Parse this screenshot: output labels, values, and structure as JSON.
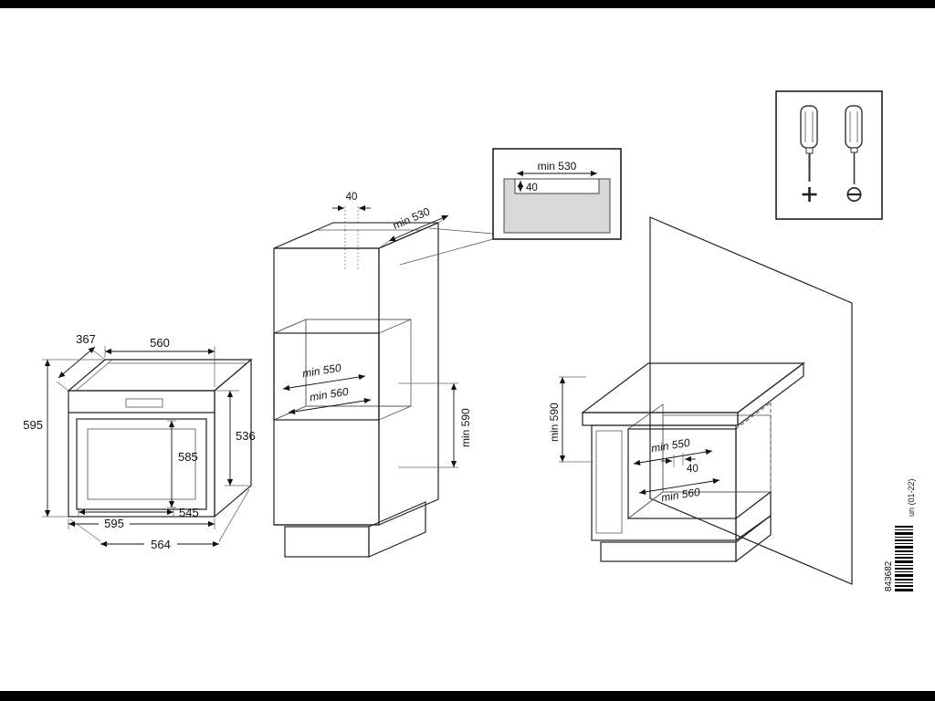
{
  "page": {
    "background": "#ffffff",
    "frame_color": "#000000"
  },
  "oven": {
    "depth_top": "367",
    "width_top": "560",
    "height_left": "595",
    "rear_height": "536",
    "front_inner_height": "585",
    "bottom_inner_width": "545",
    "width_bottom": "595",
    "depth_bottom": "564"
  },
  "tall_cabinet": {
    "vent_gap": "40",
    "top_depth": "min 530",
    "niche_width": "min 550",
    "niche_depth": "min 560",
    "niche_height": "min 590"
  },
  "vent_detail": {
    "recess_width": "min 530",
    "recess_depth": "40"
  },
  "base_cabinet": {
    "niche_height": "min 590",
    "niche_width": "min 550",
    "vent_gap": "40",
    "niche_depth": "min 560"
  },
  "footer": {
    "barcode_number": "843682",
    "edition_code": "un (01-22)"
  }
}
